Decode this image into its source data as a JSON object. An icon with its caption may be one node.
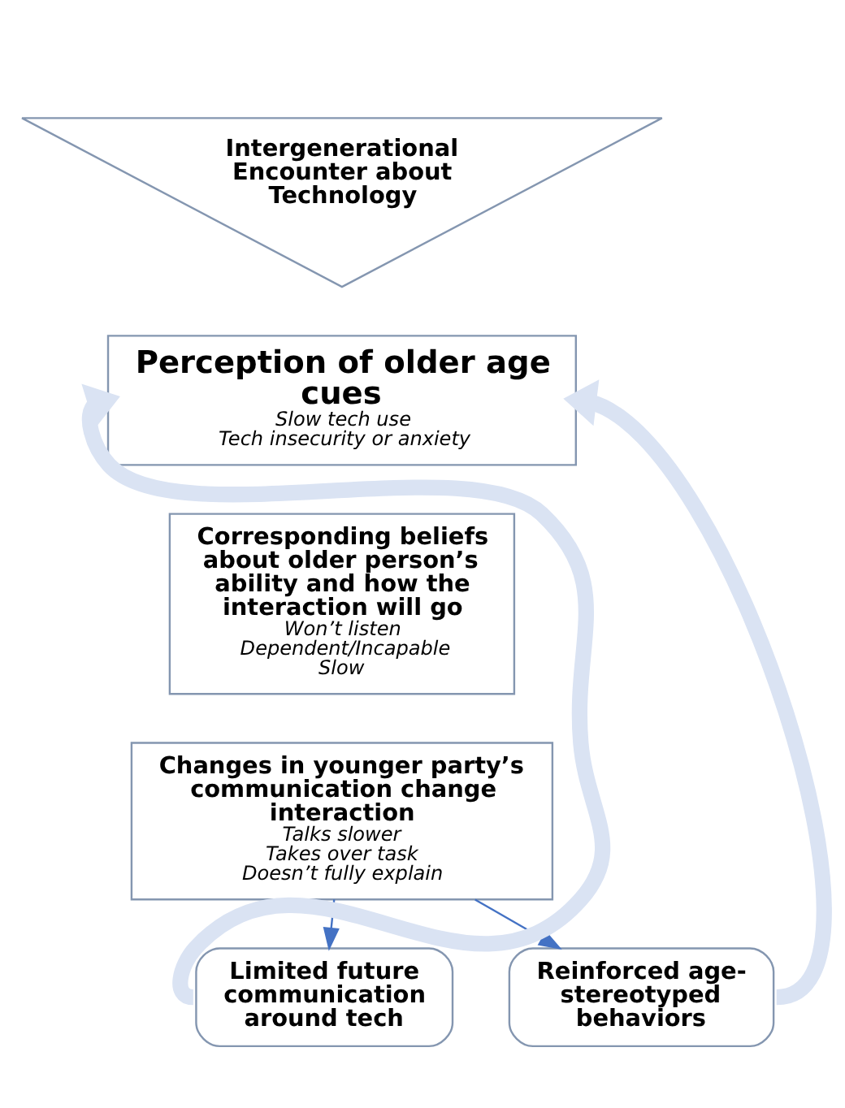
{
  "diagram": {
    "nodes": [
      {
        "text": [
          "Intergenerational Encounter about Technology"
        ]
      },
      {
        "text": [
          "Perception of older age cues",
          "Slow tech use",
          "Tech insecurity or anxiety"
        ]
      },
      {
        "text": [
          "Corresponding beliefs about older person’s ability and how the interaction will go",
          "Won’t listen",
          "Dependent/Incapable",
          "Slow"
        ]
      },
      {
        "text": [
          "Changes in younger party’s communication change interaction",
          "Talks slower",
          "Takes over task",
          "Doesn’t fully explain"
        ]
      },
      {
        "text": [
          "Limited future communication around tech"
        ]
      },
      {
        "text": [
          "Reinforced age-stereotyped behaviors"
        ]
      }
    ],
    "edges": [
      {
        "from": 3,
        "to": 4,
        "arrow": "to"
      },
      {
        "from": 3,
        "to": 5,
        "arrow": "to"
      },
      {
        "from": 4,
        "to": 1,
        "arrow": "to",
        "style": "thick",
        "color": "#dae3f3"
      },
      {
        "from": 5,
        "to": 1,
        "arrow": "to",
        "style": "thick",
        "color": "#dae3f3"
      }
    ]
  }
}
